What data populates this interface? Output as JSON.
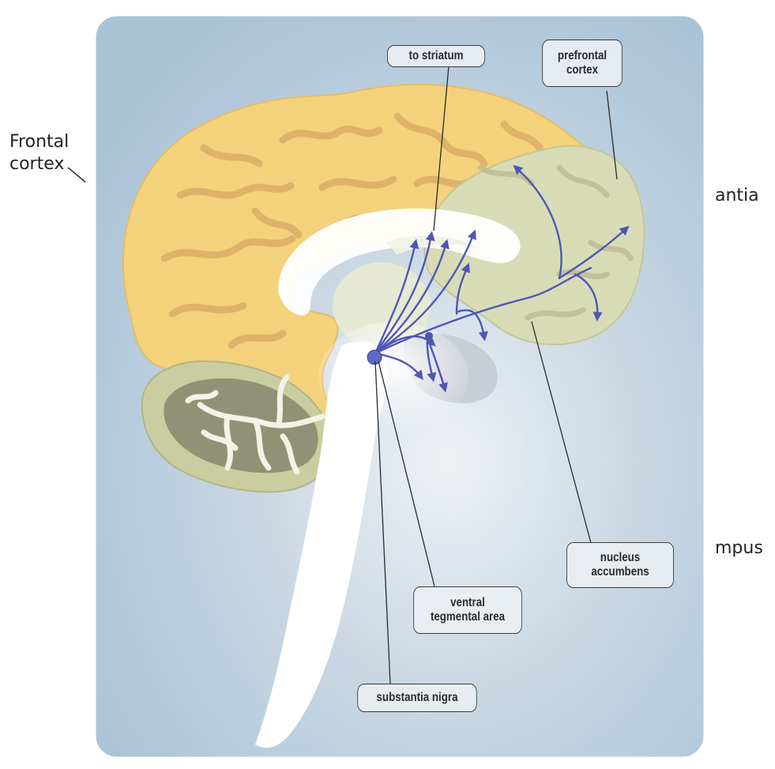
{
  "background_labels": {
    "frontal_line1": "Frontal",
    "frontal_line2": "cortex",
    "right_fragment_1": "antia",
    "right_fragment_2": "mpus"
  },
  "callouts": {
    "to_striatum": "to striatum",
    "prefrontal_line1": "prefrontal",
    "prefrontal_line2": "cortex",
    "nucleus_line1": "nucleus",
    "nucleus_line2": "accumbens",
    "ventral_line1": "ventral",
    "ventral_line2": "tegmental area",
    "substantia_nigra": "substantia nigra"
  },
  "colors": {
    "panel_bg": "#b9cfdf",
    "cerebrum": "#f4d27c",
    "cerebrum_sulci": "#d9a866",
    "prefrontal": "#d8dcb6",
    "cerebellum_outer": "#c9cd9f",
    "cerebellum_inner": "#8f9274",
    "brainstem": "#ffffff",
    "pathway": "#4e57b5"
  }
}
